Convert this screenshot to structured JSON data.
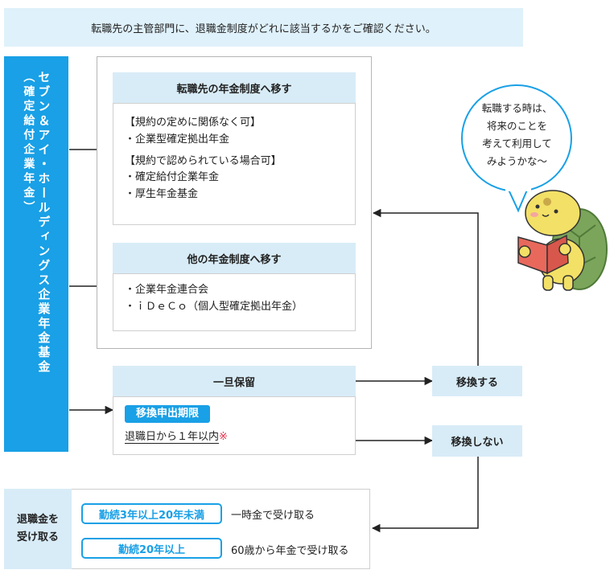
{
  "banner": "転職先の主管部門に、退職金制度がどれに該当するかをご確認ください。",
  "left_bar": {
    "title": "セブン＆アイ・ホールディングス企業年金基金",
    "subtitle": "（確定給付企業年金）"
  },
  "box1": {
    "title": "転職先の年金制度へ移す",
    "lines": [
      "【規約の定めに関係なく可】",
      "・企業型確定拠出年金",
      "【規約で認められている場合可】",
      "・確定給付企業年金",
      "・厚生年金基金"
    ]
  },
  "box2": {
    "title": "他の年金制度へ移す",
    "lines": [
      "・企業年金連合会",
      "・ｉＤｅＣｏ（個人型確定拠出年金）"
    ]
  },
  "hold": {
    "title": "一旦保留",
    "deadline_label": "移換申出期限",
    "deadline_text": "退職日から１年以内",
    "deadline_mark": "※"
  },
  "decisions": {
    "transfer": "移換する",
    "no_transfer": "移換しない"
  },
  "receive": {
    "label_line1": "退職金を",
    "label_line2": "受け取る",
    "options": [
      {
        "badge": "勤続3年以上20年未満",
        "text": "一時金で受け取る"
      },
      {
        "badge": "勤続20年以上",
        "text": "60歳から年金で受け取る"
      }
    ]
  },
  "bubble": {
    "lines": [
      "転職する時は、",
      "将来のことを",
      "考えて利用して",
      "みようかな～"
    ]
  },
  "colors": {
    "accent": "#19a0e6",
    "light_blue": "#d8ecf7",
    "banner_bg": "#dff1fb",
    "mark_red": "#e8314a"
  }
}
